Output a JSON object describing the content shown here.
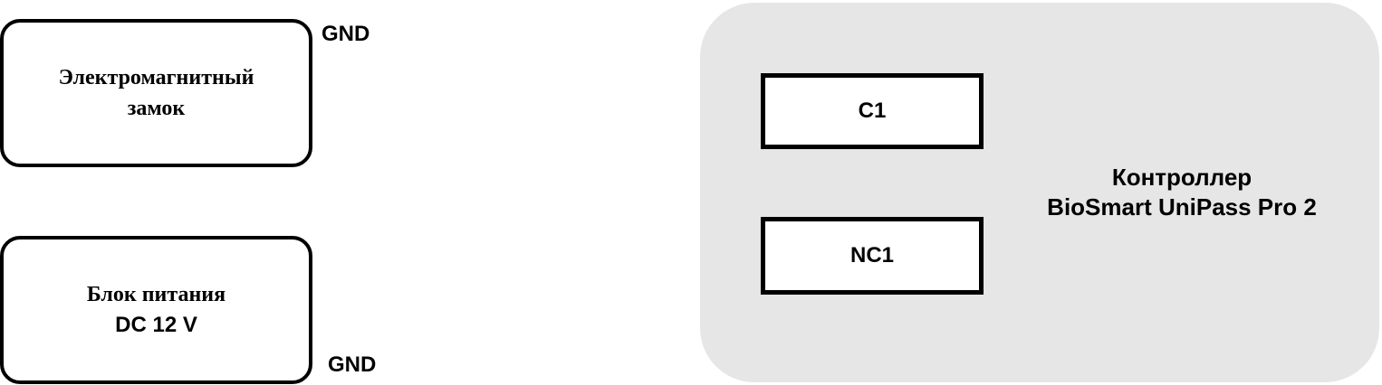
{
  "lock": {
    "line1": "Электромагнитный",
    "line2": "замок",
    "gnd_label": "GND"
  },
  "psu": {
    "line1": "Блок питания",
    "line2": "DC 12 V",
    "gnd_label": "GND"
  },
  "controller": {
    "line1": "Контроллер",
    "line2": "BioSmart UniPass Pro 2",
    "terminals": [
      "C1",
      "NC1"
    ]
  }
}
